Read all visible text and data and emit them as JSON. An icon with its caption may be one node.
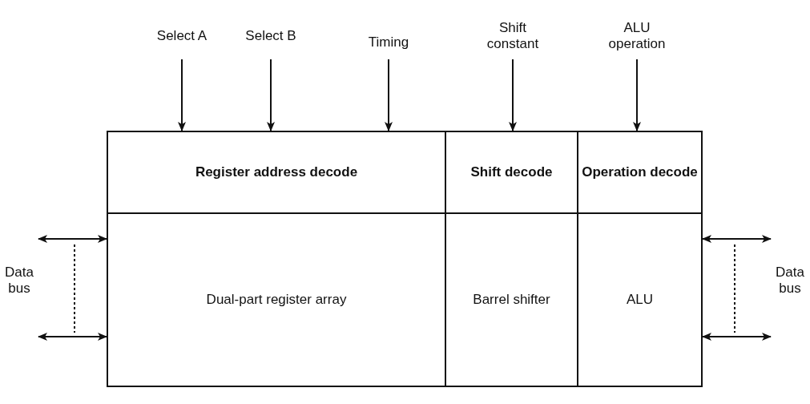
{
  "diagram": {
    "nodes": [
      {
        "text": [
          "Select A"
        ]
      },
      {
        "text": [
          "Select B"
        ]
      },
      {
        "text": [
          "Timing"
        ]
      },
      {
        "text": [
          "Shift constant"
        ]
      },
      {
        "text": [
          "ALU operation"
        ]
      },
      {
        "text": [
          "Register address decode"
        ]
      },
      {
        "text": [
          "Shift decode"
        ]
      },
      {
        "text": [
          "Operation decode"
        ]
      },
      {
        "text": [
          "Dual-part register array"
        ]
      },
      {
        "text": [
          "Barrel shifter"
        ]
      },
      {
        "text": [
          "ALU"
        ]
      }
    ],
    "edges": [
      {
        "from": 0,
        "to": 5,
        "arrow": "to"
      },
      {
        "from": 1,
        "to": 5,
        "arrow": "to"
      },
      {
        "from": 2,
        "to": 5,
        "arrow": "to"
      },
      {
        "from": 3,
        "to": 6,
        "arrow": "to"
      },
      {
        "from": 4,
        "to": 7,
        "arrow": "to"
      },
      {
        "from": null,
        "to": 8,
        "arrow": "both"
      },
      {
        "from": null,
        "to": 8,
        "arrow": "both"
      },
      {
        "from": 10,
        "to": null,
        "arrow": "both"
      },
      {
        "from": 10,
        "to": null,
        "arrow": "both"
      }
    ],
    "labels": [
      "Data bus",
      "Data bus"
    ]
  }
}
